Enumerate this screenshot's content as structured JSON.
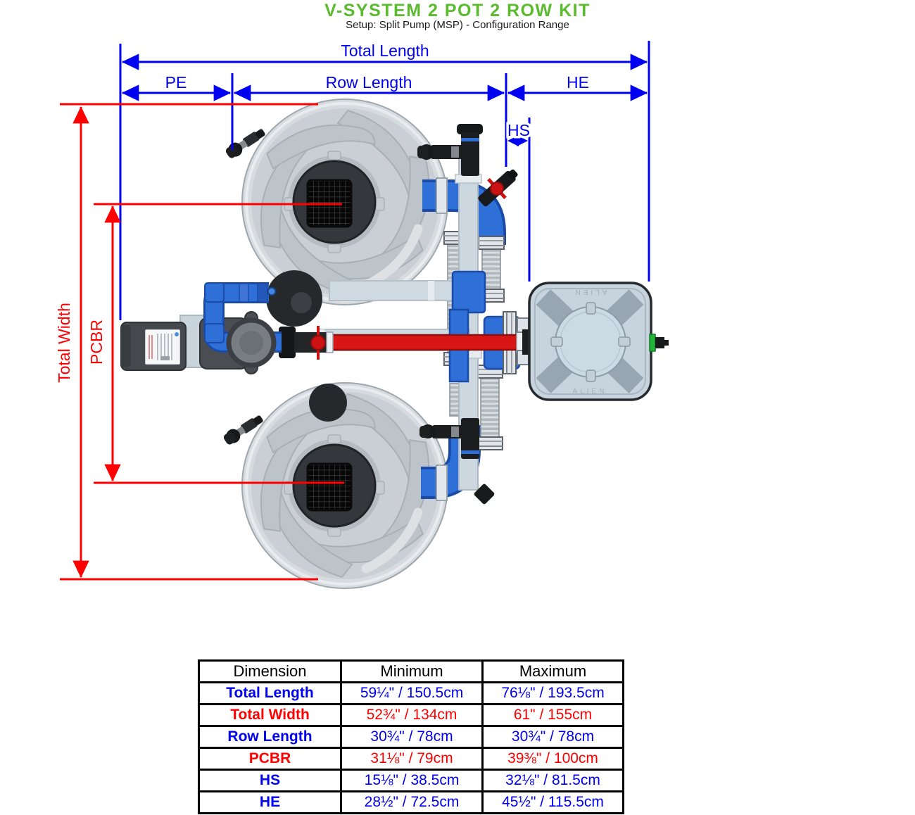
{
  "header": {
    "title": "V-SYSTEM 2 POT 2 ROW KIT",
    "subtitle": "Setup: Split Pump (MSP) - Configuration Range"
  },
  "diagram": {
    "labels": {
      "total_length": "Total Length",
      "pe": "PE",
      "row_length": "Row Length",
      "he": "HE",
      "hs": "HS",
      "total_width": "Total Width",
      "pcbr": "PCBR"
    },
    "tank_brand": "ALIEN",
    "colors": {
      "dimension_blue": "#0000F0",
      "dimension_red": "#FF0000",
      "title_green": "#5BBB2F",
      "pipe_blue": "#2E6FD8",
      "pipe_red": "#D91515"
    }
  },
  "table": {
    "columns": [
      "Dimension",
      "Minimum",
      "Maximum"
    ],
    "rows": [
      {
        "label": "Total Length",
        "min": "59¼\" / 150.5cm",
        "max": "76⅛\" / 193.5cm",
        "color": "blue"
      },
      {
        "label": "Total Width",
        "min": "52¾\" / 134cm",
        "max": "61\" / 155cm",
        "color": "red"
      },
      {
        "label": "Row Length",
        "min": "30¾\" / 78cm",
        "max": "30¾\" / 78cm",
        "color": "blue"
      },
      {
        "label": "PCBR",
        "min": "31⅛\" / 79cm",
        "max": "39⅜\" / 100cm",
        "color": "red"
      },
      {
        "label": "HS",
        "min": "15⅛\" / 38.5cm",
        "max": "32⅛\" / 81.5cm",
        "color": "blue"
      },
      {
        "label": "HE",
        "min": "28½\" / 72.5cm",
        "max": "45½\" / 115.5cm",
        "color": "blue"
      }
    ]
  }
}
